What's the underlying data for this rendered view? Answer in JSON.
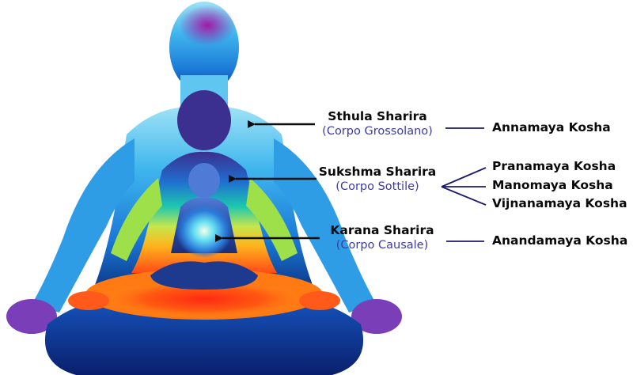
{
  "colors": {
    "line": "#1a1a6e",
    "arrow": "#0d0d0d",
    "subtitle": "#3d3aa6",
    "text": "#0a0a0a"
  },
  "shariras": [
    {
      "name": "Sthula Sharira",
      "subtitle": "(Corpo Grossolano)",
      "koshas": [
        "Annamaya Kosha"
      ]
    },
    {
      "name": "Sukshma Sharira",
      "subtitle": "(Corpo Sottile)",
      "koshas": [
        "Pranamaya Kosha",
        "Manomaya Kosha",
        "Vijnanamaya Kosha"
      ]
    },
    {
      "name": "Karana Sharira",
      "subtitle": "(Corpo Causale)",
      "koshas": [
        "Anandamaya Kosha"
      ]
    }
  ]
}
